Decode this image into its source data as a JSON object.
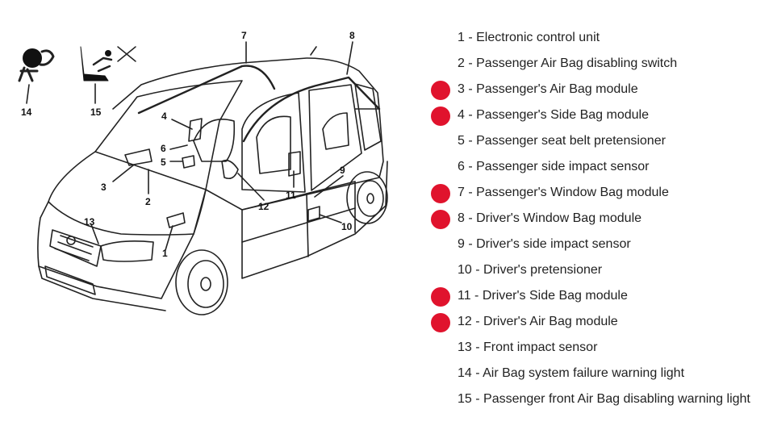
{
  "colors": {
    "highlight": "#e0132d",
    "line": "#222222",
    "background": "#ffffff"
  },
  "icons": {
    "airbag_warning": {
      "name": "airbag-warning-icon",
      "number": "14"
    },
    "passenger_airbag_disabled": {
      "name": "passenger-airbag-disabled-icon",
      "number": "15"
    }
  },
  "callouts": [
    "1",
    "2",
    "3",
    "4",
    "5",
    "6",
    "7",
    "8",
    "9",
    "10",
    "11",
    "12",
    "13"
  ],
  "legend": [
    {
      "text": "1 - Electronic control unit",
      "highlight": false
    },
    {
      "text": "2 - Passenger Air Bag disabling switch",
      "highlight": false
    },
    {
      "text": "3 - Passenger's Air Bag module",
      "highlight": true
    },
    {
      "text": "4 - Passenger's Side Bag module",
      "highlight": true
    },
    {
      "text": "5 - Passenger seat belt pretensioner",
      "highlight": false
    },
    {
      "text": "6 - Passenger side impact sensor",
      "highlight": false
    },
    {
      "text": "7 - Passenger's Window Bag module",
      "highlight": true
    },
    {
      "text": "8 - Driver's Window Bag module",
      "highlight": true
    },
    {
      "text": "9 - Driver's side impact sensor",
      "highlight": false
    },
    {
      "text": "10 - Driver's pretensioner",
      "highlight": false
    },
    {
      "text": "11 - Driver's Side Bag module",
      "highlight": true
    },
    {
      "text": "12 - Driver's Air Bag module",
      "highlight": true
    },
    {
      "text": "13 - Front impact sensor",
      "highlight": false
    },
    {
      "text": "14 - Air Bag system failure warning light",
      "highlight": false
    },
    {
      "text": "15 - Passenger front Air Bag disabling warning light",
      "highlight": false
    }
  ]
}
